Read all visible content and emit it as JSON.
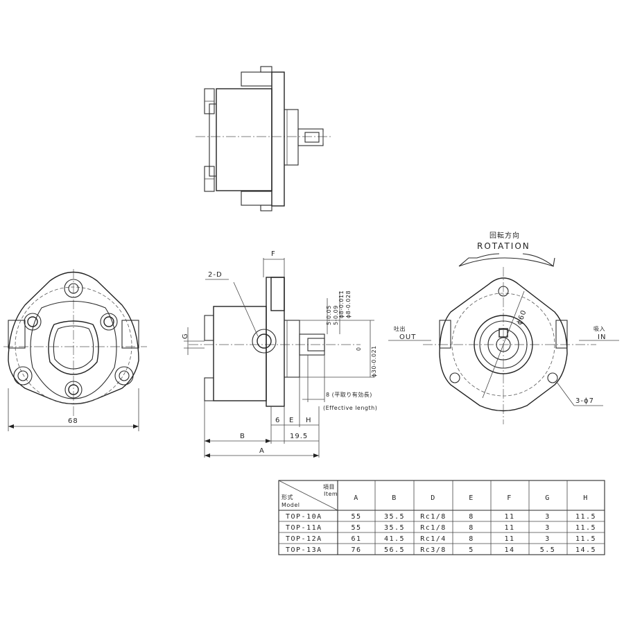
{
  "side_view": {
    "dim_F": "F",
    "dim_2D": "2-D",
    "dim_G": "G",
    "dim_6": "6",
    "dim_E": "E",
    "dim_H": "H",
    "dim_B": "B",
    "dim_19_5": "19.5",
    "dim_A": "A",
    "dim_8_note": "8 (平取り有効長)",
    "dim_effective": "(Effective length)",
    "tol_key": "5-0.05 / 5-0.09",
    "tol_key_a": "5-0.05",
    "tol_key_b": "5-0.09",
    "tol_shaft_a": "ϕ8-0.011",
    "tol_shaft_b": "ϕ8-0.028",
    "tol_boss": "ϕ30-0.021",
    "tol_boss_zero": "0"
  },
  "front_view": {
    "dim_68": "68"
  },
  "rear_view": {
    "rotation_jp": "回転方向",
    "rotation_en": "ROTATION",
    "out_jp": "吐出",
    "out_en": "OUT",
    "in_jp": "吸入",
    "in_en": "IN",
    "pcd": "ϕ60",
    "holes": "3-ϕ7"
  },
  "table": {
    "header_item_jp": "項目",
    "header_item_en": "Item",
    "header_model_jp": "形式",
    "header_model_en": "Model",
    "columns": [
      "A",
      "B",
      "D",
      "E",
      "F",
      "G",
      "H"
    ],
    "rows": [
      {
        "model": "TOP-10A",
        "values": [
          "55",
          "35.5",
          "Rc1/8",
          "8",
          "11",
          "3",
          "11.5"
        ]
      },
      {
        "model": "TOP-11A",
        "values": [
          "55",
          "35.5",
          "Rc1/8",
          "8",
          "11",
          "3",
          "11.5"
        ]
      },
      {
        "model": "TOP-12A",
        "values": [
          "61",
          "41.5",
          "Rc1/4",
          "8",
          "11",
          "3",
          "11.5"
        ]
      },
      {
        "model": "TOP-13A",
        "values": [
          "76",
          "56.5",
          "Rc3/8",
          "5",
          "14",
          "5.5",
          "14.5"
        ]
      }
    ]
  }
}
